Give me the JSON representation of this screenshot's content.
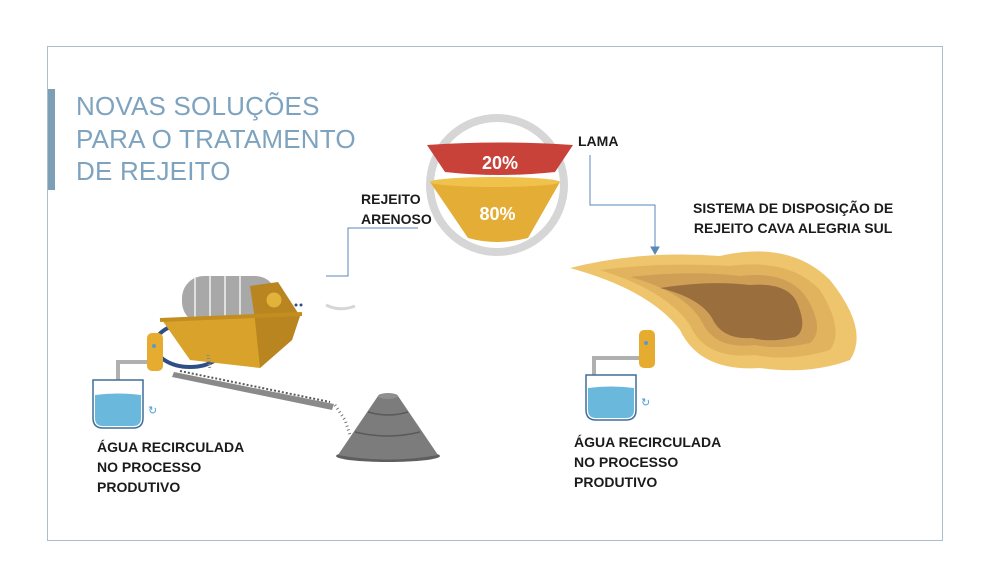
{
  "title": {
    "lines": [
      "NOVAS SOLUÇÕES",
      "PARA O TRATAMENTO",
      "DE REJEITO"
    ]
  },
  "funnel": {
    "lama": {
      "label": "LAMA",
      "percent_text": "20%",
      "value": 20,
      "color": "#c9423a"
    },
    "rejeito_arenoso": {
      "label_lines": [
        "REJEITO",
        "ARENOSO"
      ],
      "percent_text": "80%",
      "value": 80,
      "color": "#e3ad36"
    }
  },
  "disposal": {
    "label_lines": [
      "SISTEMA DE DISPOSIÇÃO DE",
      "REJEITO CAVA ALEGRIA SUL"
    ]
  },
  "water_left": {
    "label_lines": [
      "ÁGUA RECIRCULADA",
      "NO PROCESSO",
      "PRODUTIVO"
    ]
  },
  "water_right": {
    "label_lines": [
      "ÁGUA RECIRCULADA",
      "NO PROCESSO",
      "PRODUTIVO"
    ]
  },
  "colors": {
    "title": "#7ea3bf",
    "frame": "#a9bfd0",
    "water": "#6ab8dc",
    "sand": "#e8c06a",
    "mud": "#9b6e3e",
    "connector": "#5b86b8"
  }
}
